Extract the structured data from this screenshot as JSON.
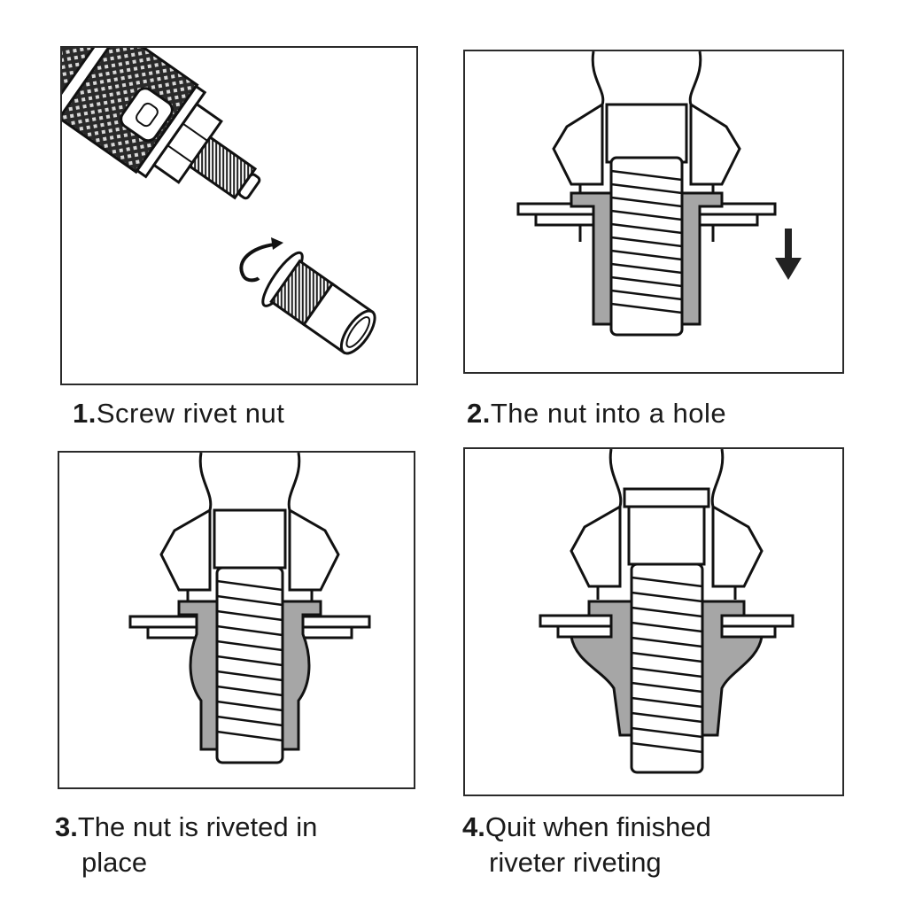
{
  "title": "Rivet nut installation steps",
  "colors": {
    "line": "#1a1a1a",
    "nut_fill": "#a6a6a6",
    "background": "#ffffff"
  },
  "steps": [
    {
      "number": "1.",
      "text": "Screw rivet nut",
      "text_line2": "",
      "illustration": "rivet-tool-screwing-nut"
    },
    {
      "number": "2.",
      "text": "The nut into a hole",
      "text_line2": "",
      "illustration": "nut-inserted-into-hole",
      "indicator": "down-arrow-icon"
    },
    {
      "number": "3.",
      "text": "The nut is riveted in",
      "text_line2": "place",
      "illustration": "nut-riveted-bulge"
    },
    {
      "number": "4.",
      "text": "Quit when finished",
      "text_line2": "riveter riveting",
      "illustration": "nut-riveted-complete"
    }
  ]
}
